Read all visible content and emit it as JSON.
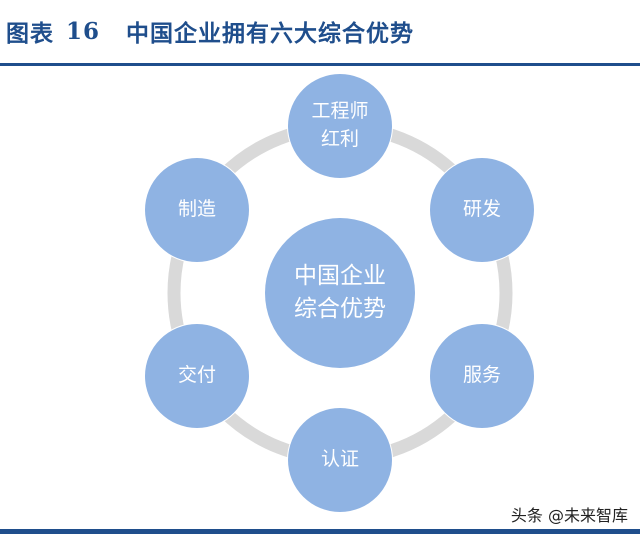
{
  "header": {
    "figure_label": "图表",
    "figure_number": "16",
    "title": "中国企业拥有六大综合优势"
  },
  "diagram": {
    "center": {
      "label": "中国企业\n综合优势"
    },
    "nodes": [
      {
        "label": "工程师\n红利"
      },
      {
        "label": "研发"
      },
      {
        "label": "服务"
      },
      {
        "label": "认证"
      },
      {
        "label": "交付"
      },
      {
        "label": "制造"
      }
    ],
    "colors": {
      "node_fill": "#8fb3e3",
      "ring": "#d9d9d9",
      "text": "#ffffff",
      "rule": "#1f4e8c"
    }
  },
  "watermark": "头条 @未来智库"
}
